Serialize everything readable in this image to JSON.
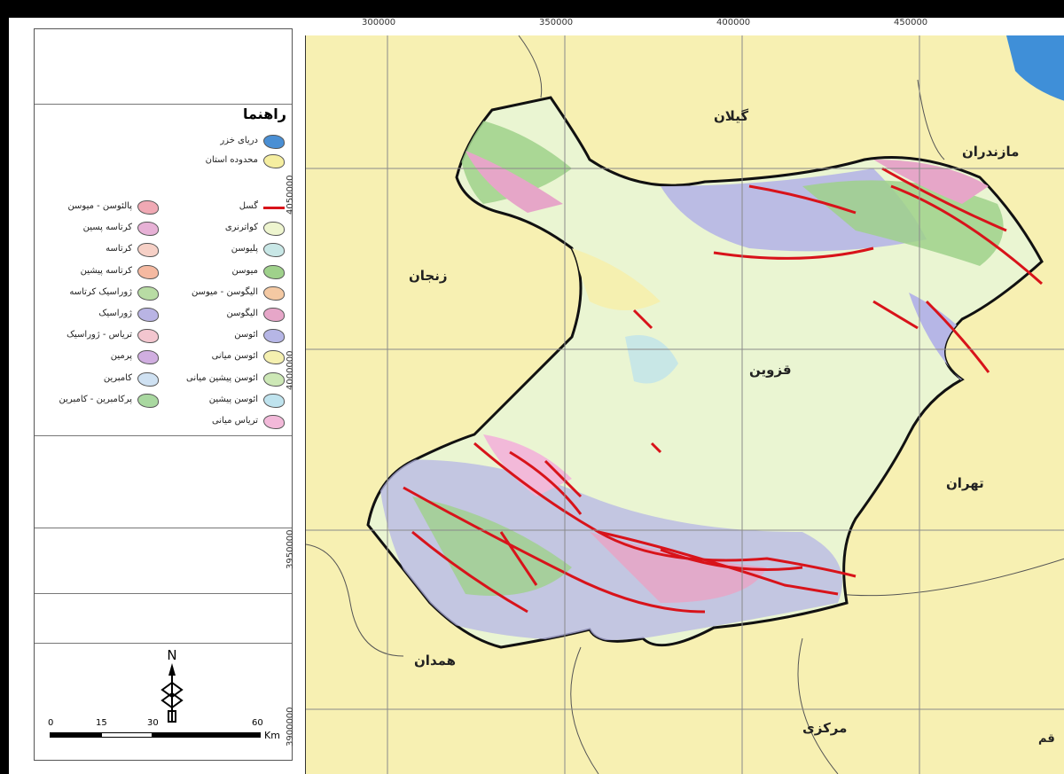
{
  "legend": {
    "title": "راهنما",
    "items_top": [
      {
        "label": "دریای خزر",
        "color": "#4a8fd4"
      },
      {
        "label": "محدوده استان",
        "color": "#f5eea0"
      }
    ],
    "items_left": [
      {
        "label": "گسل",
        "color": "#d8131a",
        "kind": "line"
      },
      {
        "label": "کواترنری",
        "color": "#eef5cf"
      },
      {
        "label": "پلیوسن",
        "color": "#c8e7e6"
      },
      {
        "label": "میوسن",
        "color": "#9fd18b"
      },
      {
        "label": "الیگوسن - میوسن",
        "color": "#f4c9a3"
      },
      {
        "label": "الیگوسن",
        "color": "#e6a6c8"
      },
      {
        "label": "ائوسن",
        "color": "#b6b6e6"
      },
      {
        "label": "ائوسن میانی",
        "color": "#f5f0b0"
      },
      {
        "label": "ائوسن پیشین میانی",
        "color": "#cde8b6"
      },
      {
        "label": "ائوسن پیشین",
        "color": "#bfe3ee"
      },
      {
        "label": "تریاس میانی",
        "color": "#f2b9d9"
      }
    ],
    "items_right": [
      {
        "label": "پالئوسن - میوسن",
        "color": "#f0a9b4"
      },
      {
        "label": "کرتاسه پسین",
        "color": "#e7b1d6"
      },
      {
        "label": "کرتاسه",
        "color": "#f6d0c6"
      },
      {
        "label": "کرتاسه پیشین",
        "color": "#f5b9a1"
      },
      {
        "label": "ژوراسیک کرتاسه",
        "color": "#b8dca4"
      },
      {
        "label": "ژوراسیک",
        "color": "#b9b4e4"
      },
      {
        "label": "تریاس - ژوراسیک",
        "color": "#f3c6cf"
      },
      {
        "label": "پرمین",
        "color": "#d0aee0"
      },
      {
        "label": "کامبرین",
        "color": "#cfe1f2"
      },
      {
        "label": "پرکامبرین - کامبرین",
        "color": "#a9d8a0"
      }
    ]
  },
  "north": "N",
  "scale": {
    "ticks": [
      "0",
      "15",
      "30",
      "60"
    ],
    "unit": "Km"
  },
  "grid": {
    "x_labels": [
      "300000",
      "350000",
      "400000",
      "450000"
    ],
    "y_labels": [
      "4050000",
      "4000000",
      "3950000",
      "3900000"
    ]
  },
  "places": {
    "gilan": "گیلان",
    "mazandaran": "مازندران",
    "zanjan": "زنجان",
    "qazvin": "قزوین",
    "tehran": "تهران",
    "hamadan": "همدان",
    "markazi": "مرکزی",
    "qom": "قم"
  },
  "colors": {
    "outside": "#f7f0b2",
    "sea": "#3f8fd8",
    "fault": "#d8131a",
    "plain": "#eaf5d2",
    "boundary": "#111111"
  }
}
